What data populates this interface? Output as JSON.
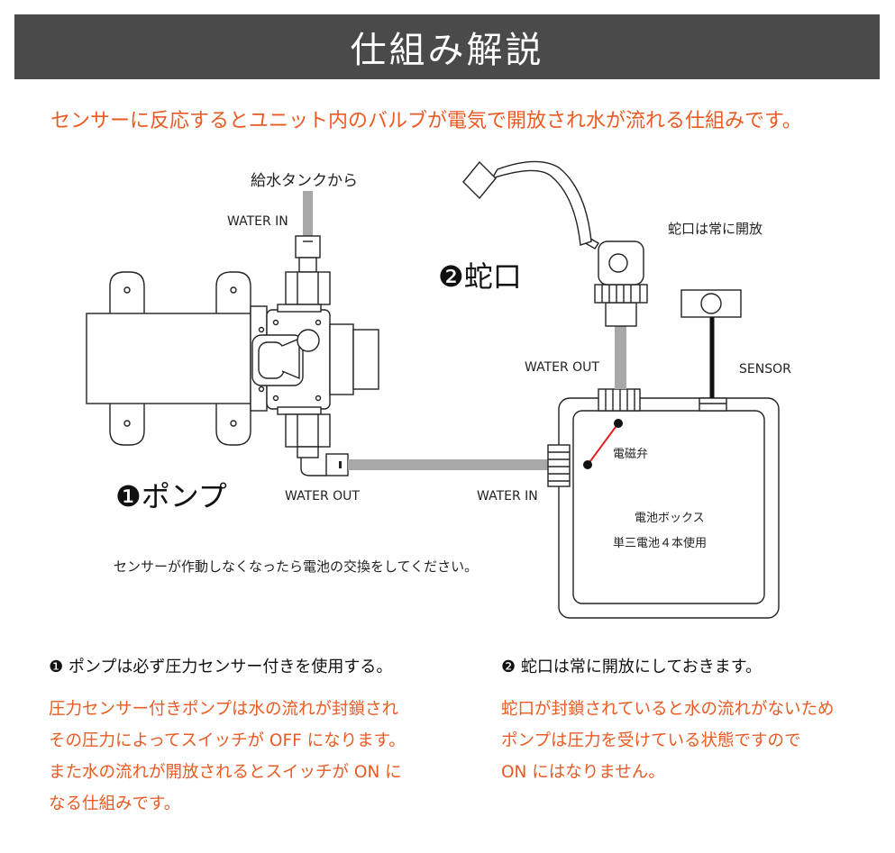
{
  "header": {
    "title": "仕組み解説"
  },
  "subtitle": "センサーに反応するとユニット内のバルブが電気で開放され水が流れる仕組みです。",
  "diagram": {
    "from_tank": "給水タンクから",
    "pump_water_in": "WATER IN",
    "pump_water_out": "WATER OUT",
    "pump_label": "❶ポンプ",
    "faucet_label": "❷蛇口",
    "faucet_note": "蛇口は常に開放",
    "box_water_out": "WATER OUT",
    "box_water_in": "WATER IN",
    "sensor": "SENSOR",
    "valve": "電磁弁",
    "battery_box": "電池ボックス",
    "battery_spec": "単三電池４本使用",
    "battery_note": "センサーが作動しなくなったら電池の交換をしてください。"
  },
  "left_column": {
    "heading": "❶ ポンプは必ず圧力センサー付きを使用する。",
    "lines": [
      "圧力センサー付きポンプは水の流れが封鎖され",
      "その圧力によってスイッチが OFF になります。",
      "また水の流れが開放されるとスイッチが ON に",
      "なる仕組みです。"
    ]
  },
  "right_column": {
    "heading": "❷ 蛇口は常に開放にしておきます。",
    "lines": [
      "蛇口が封鎖されていると水の流れがないため",
      "ポンプは圧力を受けている状態ですので",
      "ON にはなりません。"
    ]
  },
  "colors": {
    "accent": "#ea5b23",
    "header_bg": "#4a4a4a",
    "pipe": "#a8a8a8",
    "valve_line": "#e02020"
  }
}
